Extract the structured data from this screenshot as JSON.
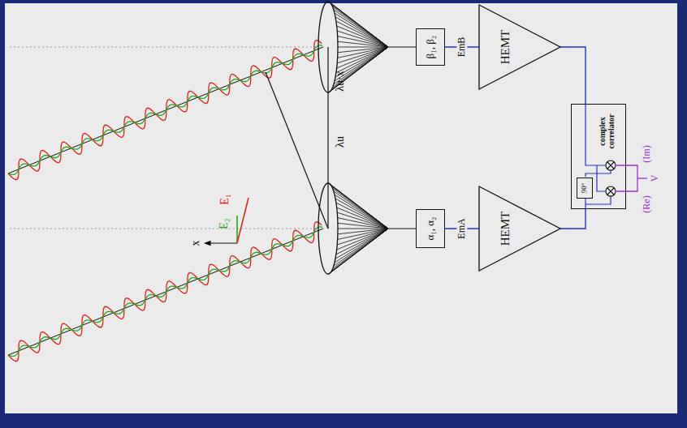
{
  "diagram": {
    "nodes": [
      {
        "text": [
          "β₁, β₂"
        ]
      },
      {
        "text": [
          "HEMT"
        ]
      },
      {
        "text": [
          "α₁, α₂"
        ]
      },
      {
        "text": [
          "HEMT"
        ]
      },
      {
        "text": [
          "complex correlator"
        ]
      },
      {
        "text": [
          "90°"
        ],
        "in": 4
      }
    ],
    "edges": [
      {
        "from": 0,
        "to": 1,
        "label": "EmB",
        "arrow": "none"
      },
      {
        "from": 2,
        "to": 3,
        "label": "EmA",
        "arrow": "none"
      },
      {
        "from": 1,
        "to": 4,
        "arrow": "none"
      },
      {
        "from": 3,
        "to": 4,
        "arrow": "none"
      }
    ],
    "labels": [
      "λu·x",
      "λu",
      "x",
      "E₂",
      "E₁",
      "(Re)",
      "(Im)",
      "V"
    ]
  }
}
